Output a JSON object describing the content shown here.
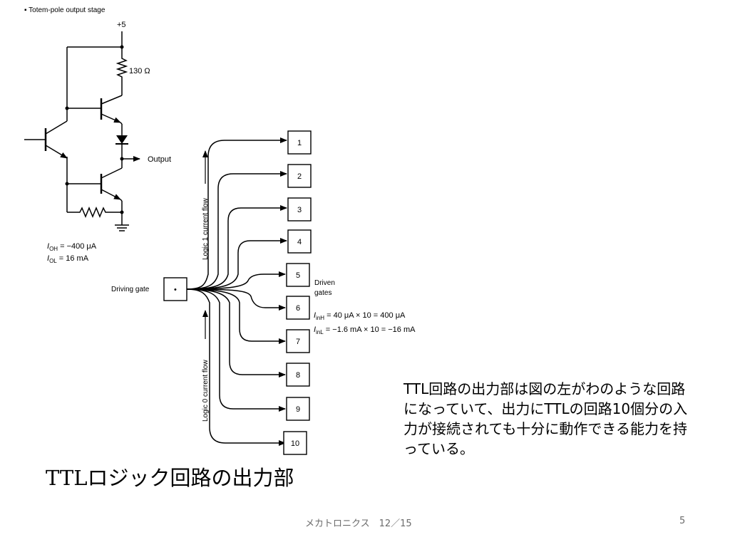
{
  "circuit": {
    "stage_label": "▪ Totem-pole output stage",
    "vcc_label": "+5",
    "resistor_label": "130 Ω",
    "output_label": "Output",
    "ioh": {
      "symbol": "I",
      "sub": "OH",
      "rest": " = −400 μA"
    },
    "iol": {
      "symbol": "I",
      "sub": "OL",
      "rest": " = 16 mA"
    }
  },
  "fanout": {
    "driving_gate_label": "Driving gate",
    "driving_gate_mark": "•",
    "logic1_label": "Logic 1 current flow",
    "logic0_label": "Logic 0 current flow",
    "driven_label_line1": "Driven",
    "driven_label_line2": "gates",
    "gates": [
      "1",
      "2",
      "3",
      "4",
      "5",
      "6",
      "7",
      "8",
      "9",
      "10"
    ],
    "iinh": {
      "symbol": "I",
      "sub": "inH",
      "rest": " = 40 μA × 10 = 400 μA"
    },
    "iinl": {
      "symbol": "I",
      "sub": "inL",
      "rest": " = −1.6 mA × 10 = −16 mA"
    }
  },
  "description": "TTL回路の出力部は図の左がわのような回路になっていて、出力にTTLの回路10個分の入力が接続されても十分に動作できる能力を持っている。",
  "title": "TTLロジック回路の出力部",
  "footer": {
    "center": "メカトロニクス　12／15",
    "page": "5"
  }
}
